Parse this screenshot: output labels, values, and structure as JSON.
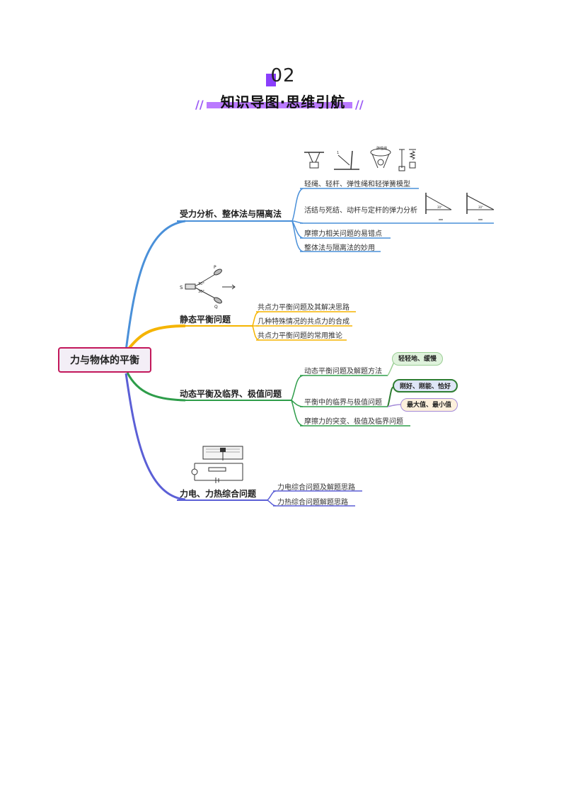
{
  "header": {
    "number": "02",
    "title": "知识导图·思维引航"
  },
  "root": {
    "label": "力与物体的平衡"
  },
  "branches": [
    {
      "label": "受力分析、整体法与隔离法",
      "color": "#4a90d9",
      "children": [
        "轻绳、轻杆、弹性绳和轻弹簧模型",
        "活结与死结、动杆与定杆的弹力分析",
        "摩擦力相关问题的易错点",
        "整体法与隔离法的妙用"
      ]
    },
    {
      "label": "静态平衡问题",
      "color": "#f5b400",
      "children": [
        "共点力平衡问题及其解决思路",
        "几种特殊情况的共点力的合成",
        "共点力平衡问题的常用推论"
      ]
    },
    {
      "label": "动态平衡及临界、极值问题",
      "color": "#2e9d4a",
      "children": [
        "动态平衡问题及解题方法",
        "平衡中的临界与极值问题",
        "摩擦力的突变、极值及临界问题"
      ]
    },
    {
      "label": "力电、力热综合问题",
      "color": "#5b5fd6",
      "children": [
        "力电综合问题及解题思路",
        "力热综合问题解题思路"
      ]
    }
  ],
  "tags": {
    "dynamic_method": "轻轻地、缓慢",
    "critical_1": "刚好、刚能、恰好",
    "critical_2": "最大值、最小值"
  },
  "sketch_labels": {
    "elastic_rope": "弹性绳",
    "point_s": "S",
    "point_p": "P",
    "point_q": "Q",
    "angle_1": "30°",
    "angle_2": "30°"
  },
  "colors": {
    "accent_purple": "#8a3ffc",
    "root_border": "#c2185b"
  }
}
